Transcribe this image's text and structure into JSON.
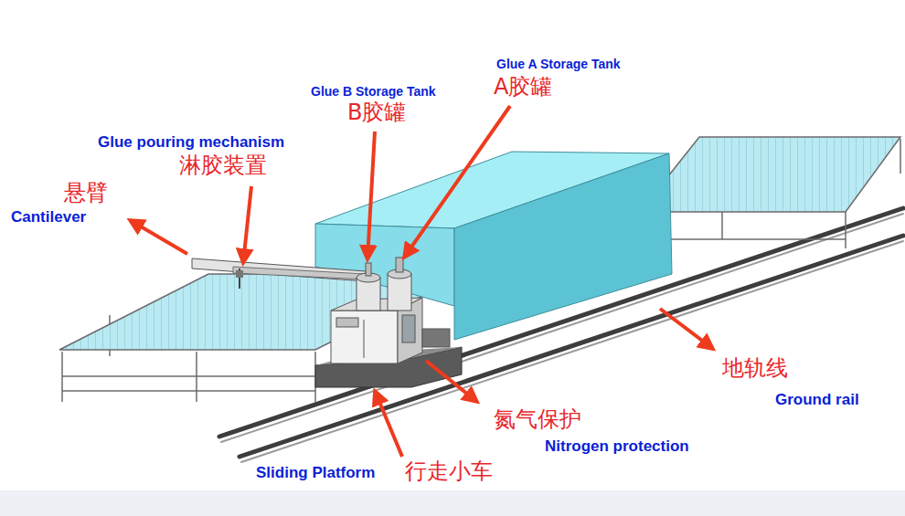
{
  "diagram": {
    "labels": [
      "Glue A Storage Tank",
      "A胶罐",
      "Glue B Storage Tank",
      "B胶罐",
      "Glue pouring mechanism",
      "淋胶装置",
      "悬臂",
      "Cantilever",
      "地轨线",
      "Ground rail",
      "氮气保护",
      "Nitrogen protection",
      "Sliding Platform",
      "行走小车"
    ]
  }
}
